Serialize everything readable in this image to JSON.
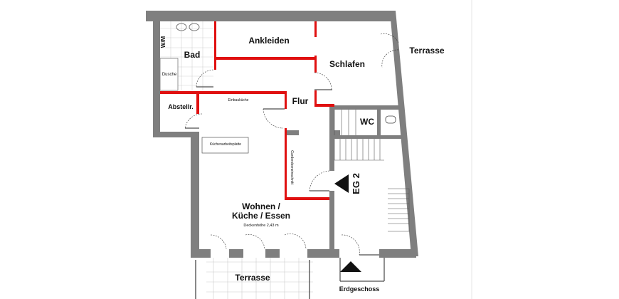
{
  "title": "Erdgeschoss",
  "unit": "EG 2",
  "rooms": {
    "ankleiden": "Ankleiden",
    "bad": "Bad",
    "dusche": "Dusche",
    "wm": "W/M",
    "schlafen": "Schlafen",
    "terrasse_right": "Terrasse",
    "flur": "Flur",
    "abstellraum": "Abstellr.",
    "einbaukueche": "Einbauküche",
    "wc": "WC",
    "kuechenarbeitsplatte": "Küchenarbeitsplatte",
    "garderobe": "Garderobeneinschnitt",
    "wohnen_line1": "Wohnen /",
    "wohnen_line2": "Küche / Essen",
    "deckenhoehe": "Deckenhöhe 2,43 m",
    "terrasse_bottom": "Terrasse"
  },
  "colors": {
    "wall": "#7f7f7f",
    "new_wall": "#e01010",
    "tile": "#cfcfcf"
  }
}
